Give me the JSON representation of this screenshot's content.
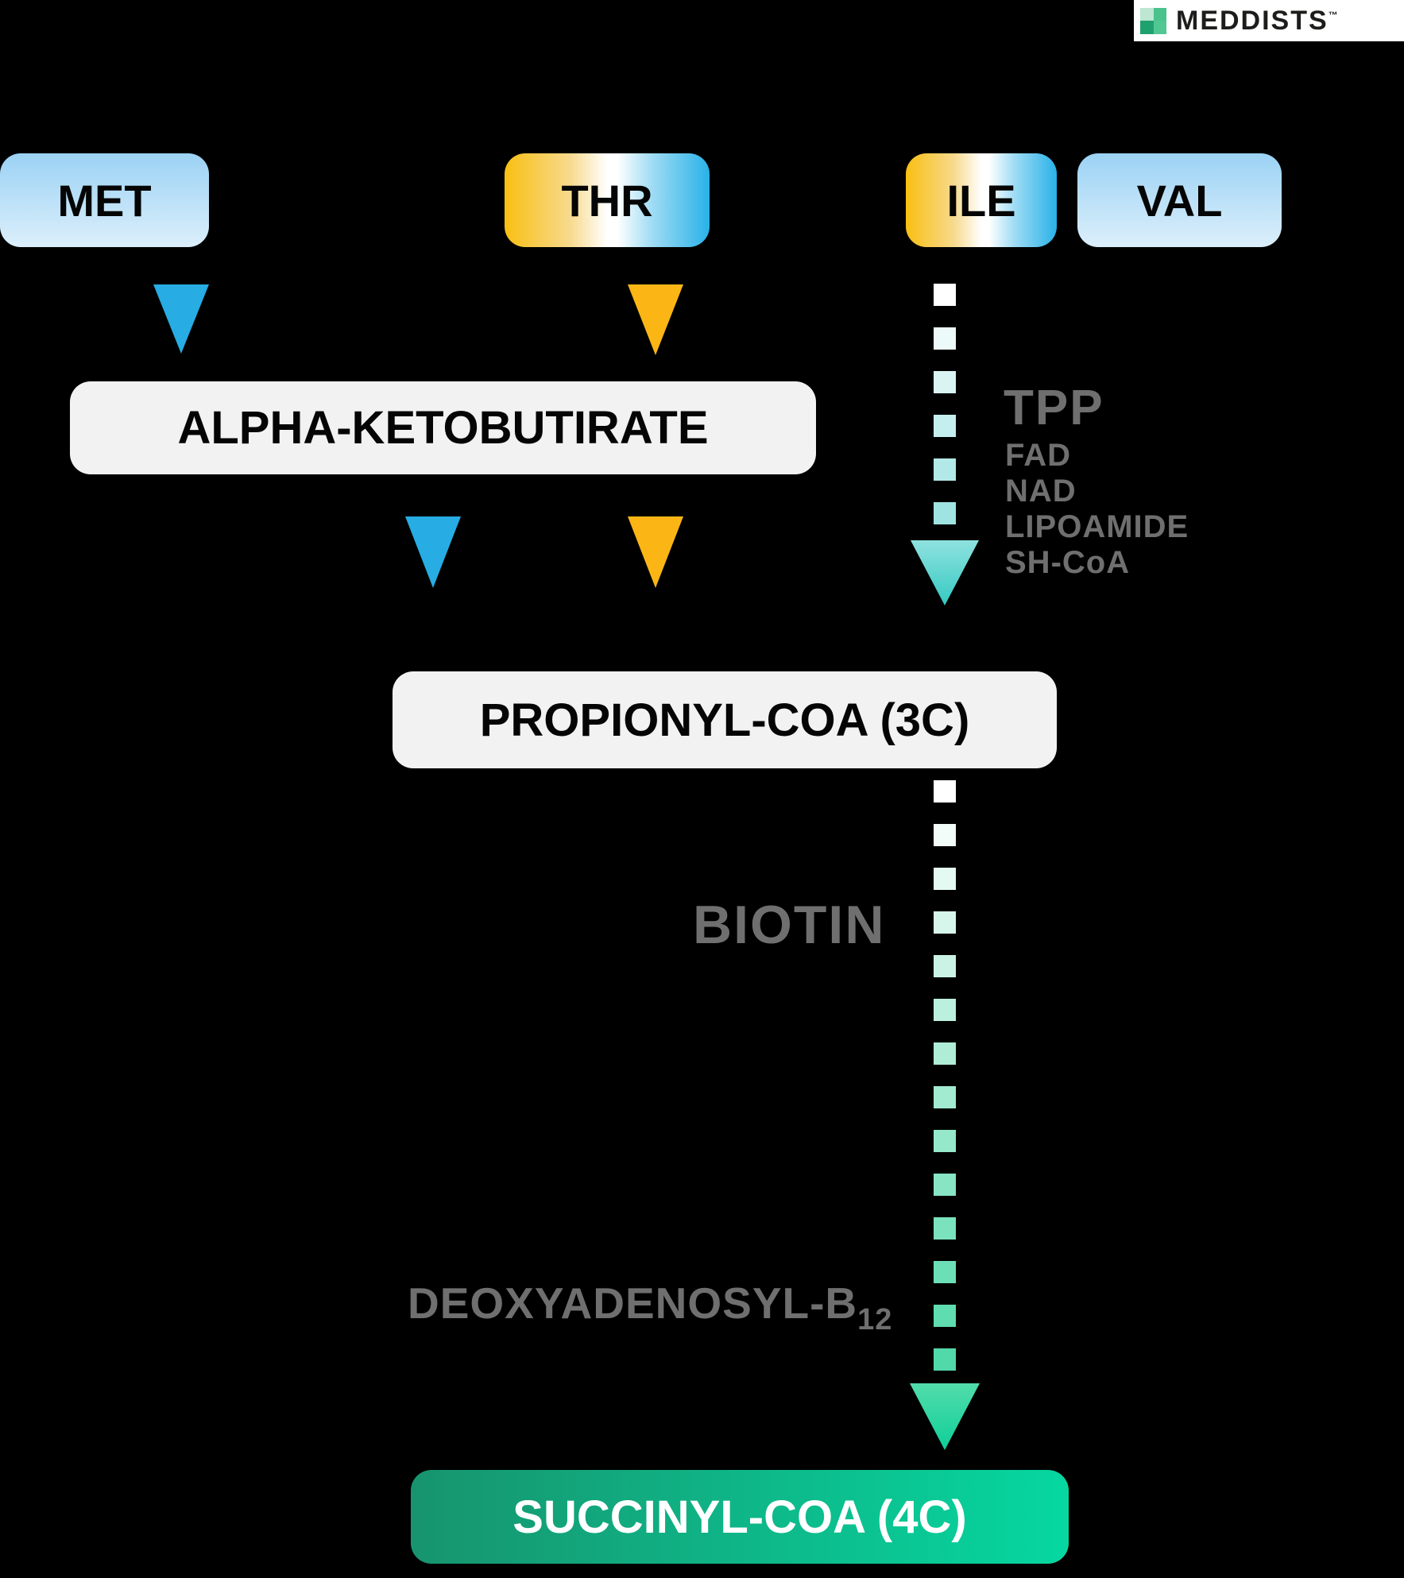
{
  "colors": {
    "background": "#000000",
    "blue_arrow": "#27ace3",
    "gold_arrow": "#fbb616",
    "teal_arrow_light": "#8fe2df",
    "teal_arrow": "#35c9c2",
    "green_arrow_light": "#52dcab",
    "green_arrow": "#0ecf98",
    "white_box": "#f2f2f2",
    "gray_text": "#6f6f6f",
    "blue_box_top": "#9bd2f4",
    "blue_box_bottom": "#dceffb",
    "tri_gold": "#f8bf12",
    "tri_blue": "#29b2e8",
    "succinyl_left": "#17946e",
    "succinyl_right": "#06d7a0",
    "dash_top_start": "#ffffff",
    "dash_top_end": "#9fe4e2",
    "dash_long_start": "#ffffff",
    "dash_long_end": "#52d9a9",
    "logo_tl": "#bde7d2",
    "logo_tr": "#49c28e",
    "logo_bl": "#1fa06f",
    "logo_br": "#51c794"
  },
  "logo": {
    "brand": "MEDDISTS",
    "tm": "™"
  },
  "nodes": {
    "met": {
      "label": "MET"
    },
    "thr": {
      "label": "THR"
    },
    "ile": {
      "label": "ILE"
    },
    "val": {
      "label": "VAL"
    },
    "alpha": {
      "label": "ALPHA-KETOBUTIRATE"
    },
    "propionyl": {
      "label": "PROPIONYL-COA (3C)"
    },
    "succinyl": {
      "label": "SUCCINYL-COA (4C)"
    }
  },
  "cofactors": {
    "ile_step": {
      "primary": "TPP",
      "others": [
        "FAD",
        "NAD",
        "LIPOAMIDE",
        "SH-CoA"
      ]
    },
    "propionyl_step": {
      "label": "BIOTIN"
    },
    "mutase_step": {
      "label_main": "DEOXYADENOSYL-B",
      "label_sub": "12"
    }
  }
}
